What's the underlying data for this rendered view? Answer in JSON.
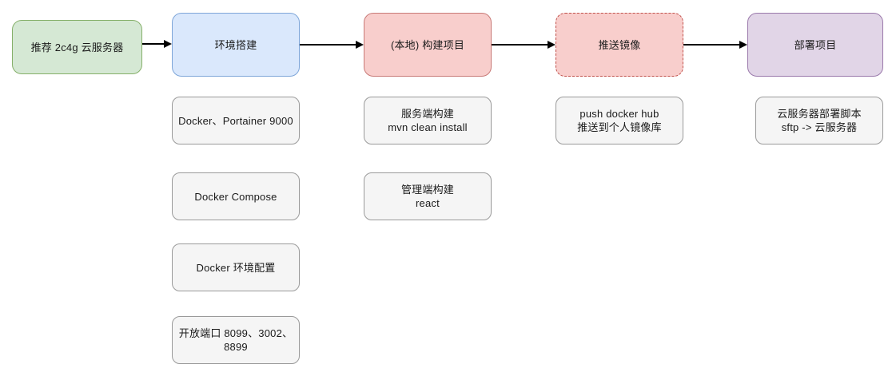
{
  "diagram": {
    "title": "",
    "colors": {
      "green_fill": "#d5e8d4",
      "green_stroke": "#86b06a",
      "blue_fill": "#dae8fc",
      "blue_stroke": "#7ea6d9",
      "pink_fill": "#f8cecc",
      "pink_stroke": "#c87a77",
      "pink_dashed_stroke": "#c0504a",
      "purple_fill": "#e1d5e7",
      "purple_stroke": "#9a79ab",
      "grey_fill": "#f5f5f5",
      "grey_stroke": "#9a9a9a",
      "edge_color": "#000000"
    },
    "stages": [
      {
        "id": "stage-recommend",
        "label": "推荐 2c4g 云服务器",
        "style": "green"
      },
      {
        "id": "stage-env-setup",
        "label": "环境搭建",
        "style": "blue"
      },
      {
        "id": "stage-build-project",
        "label": "(本地) 构建项目",
        "style": "pink"
      },
      {
        "id": "stage-push-image",
        "label": "推送镜像",
        "style": "pink-dashed"
      },
      {
        "id": "stage-deploy-project",
        "label": "部署项目",
        "style": "purple"
      }
    ],
    "details": {
      "env_setup": [
        {
          "id": "detail-docker-portainer",
          "label": "Docker、Portainer 9000"
        },
        {
          "id": "detail-docker-compose",
          "label": "Docker Compose"
        },
        {
          "id": "detail-docker-config",
          "label": "Docker 环境配置"
        },
        {
          "id": "detail-open-ports",
          "label": "开放端口 8099、3002、8899"
        }
      ],
      "build_project": [
        {
          "id": "detail-server-build",
          "label": "服务端构建\nmvn clean install"
        },
        {
          "id": "detail-admin-build",
          "label": "管理端构建\nreact"
        }
      ],
      "push_image": [
        {
          "id": "detail-push-docker-hub",
          "label": "push docker hub\n推送到个人镜像库"
        }
      ],
      "deploy_project": [
        {
          "id": "detail-deploy-script",
          "label": "云服务器部署脚本\nsftp -> 云服务器"
        }
      ]
    },
    "edges": [
      {
        "id": "edge-recommend-to-env",
        "from": "stage-recommend",
        "to": "stage-env-setup"
      },
      {
        "id": "edge-env-to-build",
        "from": "stage-env-setup",
        "to": "stage-build-project"
      },
      {
        "id": "edge-build-to-push",
        "from": "stage-build-project",
        "to": "stage-push-image"
      },
      {
        "id": "edge-push-to-deploy",
        "from": "stage-push-image",
        "to": "stage-deploy-project"
      }
    ]
  }
}
